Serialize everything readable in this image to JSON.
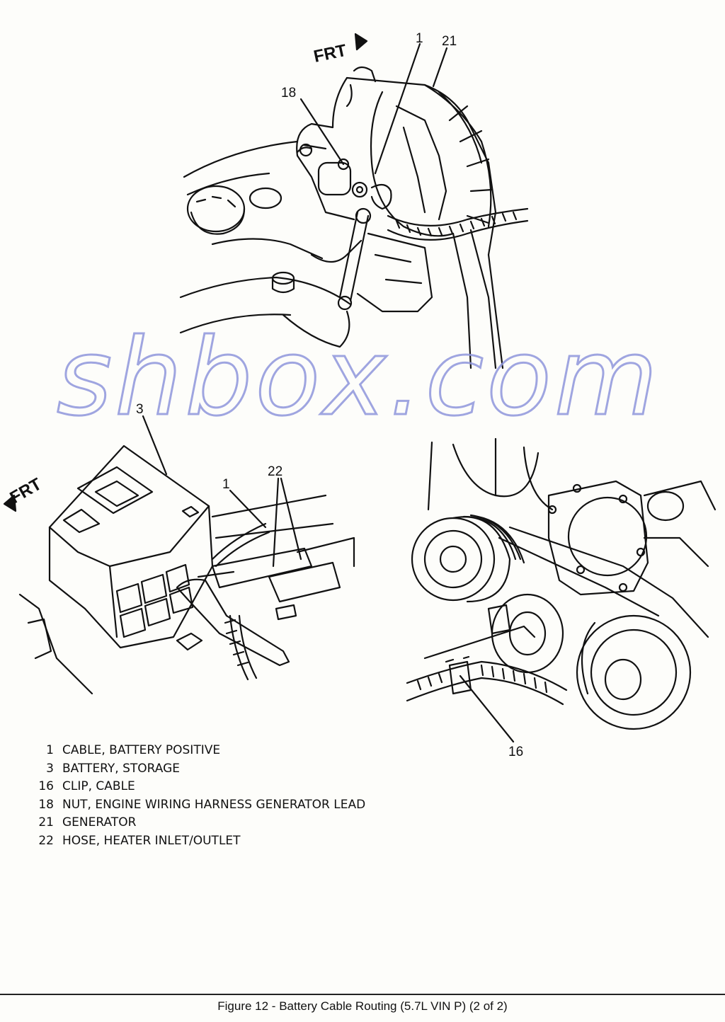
{
  "direction_label": "FRT",
  "watermark": "shbox.com",
  "callouts": {
    "top_cable": "1",
    "top_generator": "21",
    "top_nut": "18",
    "left_battery": "3",
    "left_cable": "1",
    "left_hose": "22",
    "right_clip": "16"
  },
  "legend": [
    {
      "num": "1",
      "text": "CABLE, BATTERY POSITIVE"
    },
    {
      "num": "3",
      "text": "BATTERY, STORAGE"
    },
    {
      "num": "16",
      "text": "CLIP, CABLE"
    },
    {
      "num": "18",
      "text": "NUT, ENGINE WIRING HARNESS GENERATOR LEAD"
    },
    {
      "num": "21",
      "text": "GENERATOR"
    },
    {
      "num": "22",
      "text": "HOSE, HEATER INLET/OUTLET"
    }
  ],
  "caption": "Figure 12 - Battery Cable Routing (5.7L VIN P) (2 of 2)",
  "colors": {
    "ink": "#111111",
    "watermark": "#8f96dc",
    "paper": "#fdfdfa"
  }
}
